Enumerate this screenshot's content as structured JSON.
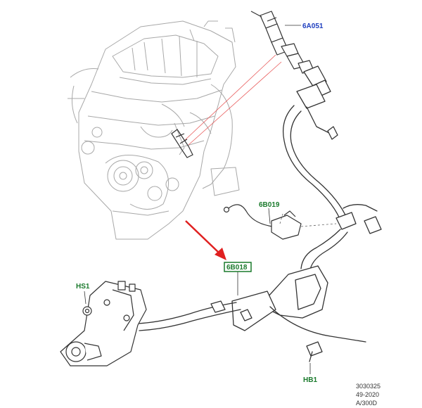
{
  "callouts": {
    "c6a051": "6A051",
    "c6b019": "6B019",
    "c6b018": "6B018",
    "hs1": "HS1",
    "hb1": "HB1"
  },
  "reference": {
    "line1": "3030325",
    "line2": "49-2020",
    "line3": "A/300D"
  },
  "colors": {
    "callout_blue": "#1f3fbf",
    "callout_green": "#1a7a2c",
    "arrow_red": "#e02020",
    "line_art": "#333333",
    "engine_art": "#a8a8a8"
  }
}
